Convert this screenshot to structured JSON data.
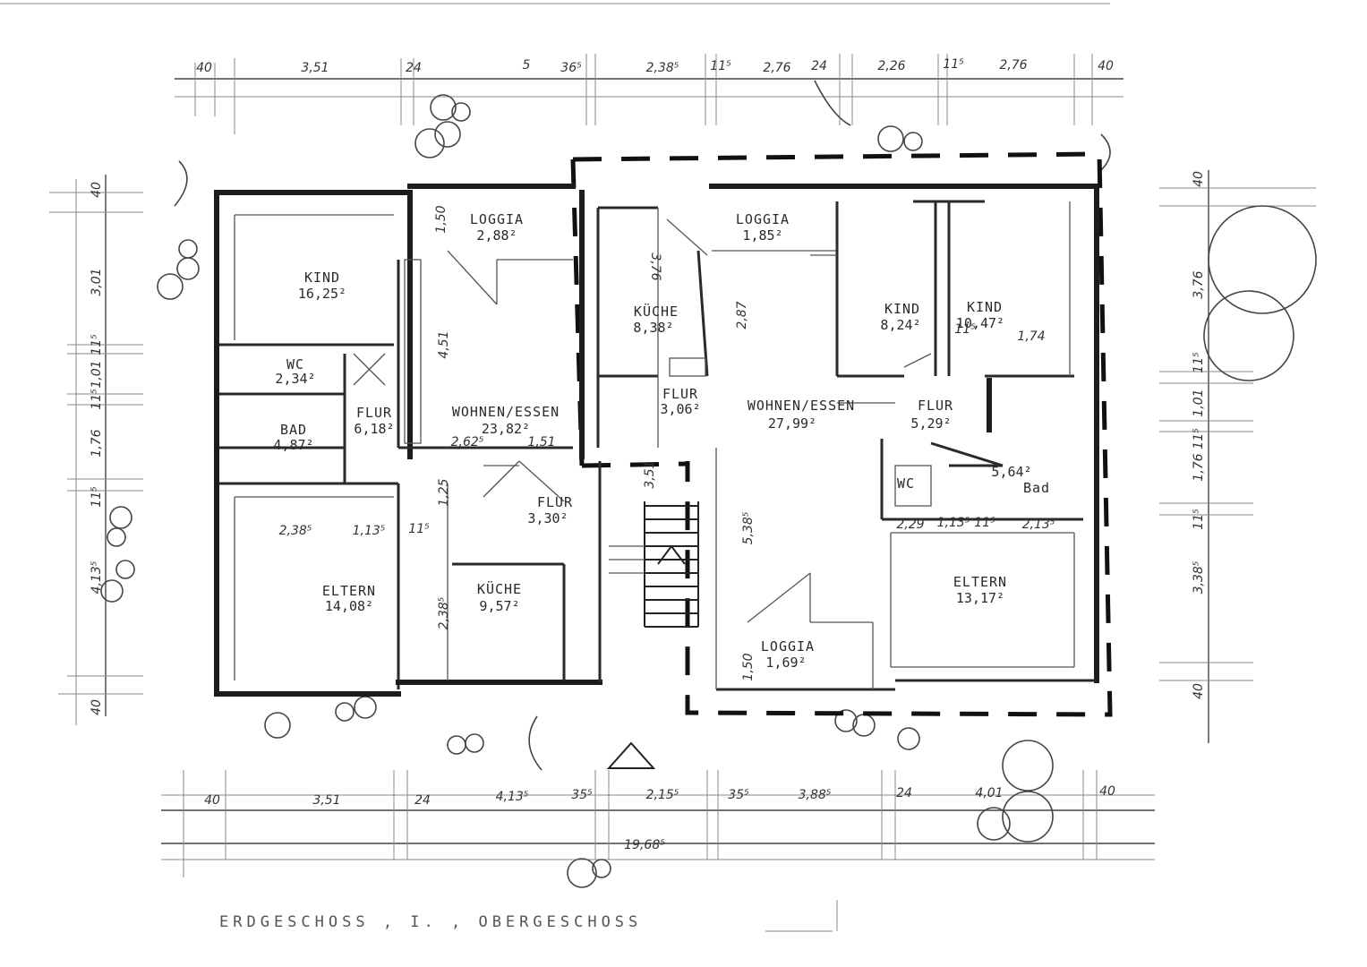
{
  "plan": {
    "caption": "ERDGESCHOSS , I. , OBERGESCHOSS",
    "rooms": [
      {
        "name": "KIND",
        "area": "16,25²"
      },
      {
        "name": "LOGGIA",
        "area": "2,88²"
      },
      {
        "name": "WC",
        "area": "2,34²"
      },
      {
        "name": "BAD",
        "area": "4,87²"
      },
      {
        "name": "FLUR",
        "area": "6,18²"
      },
      {
        "name": "WOHNEN/ESSEN",
        "area": "23,82²"
      },
      {
        "name": "ELTERN",
        "area": "14,08²"
      },
      {
        "name": "KÜCHE",
        "area": "9,57²"
      },
      {
        "name": "FLUR",
        "area": "3,30²"
      },
      {
        "name": "KÜCHE",
        "area": "8,38²"
      },
      {
        "name": "LOGGIA",
        "area": "1,85²"
      },
      {
        "name": "FLUR",
        "area": "3,06²"
      },
      {
        "name": "WOHNEN/ESSEN",
        "area": "27,99²"
      },
      {
        "name": "LOGGIA",
        "area": "1,69²"
      },
      {
        "name": "KIND",
        "area": "8,24²"
      },
      {
        "name": "KIND",
        "area": "10,47²"
      },
      {
        "name": "FLUR",
        "area": "5,29²"
      },
      {
        "name": "WC",
        "area": ""
      },
      {
        "name": "Bad",
        "area": "5,64²"
      },
      {
        "name": "ELTERN",
        "area": "13,17²"
      }
    ],
    "dims_top": [
      "40",
      "3,51",
      "24",
      "5",
      "36⁵",
      "2,38⁵",
      "11⁵",
      "2,76",
      "24",
      "2,26",
      "11⁵",
      "2,76",
      "40"
    ],
    "dims_bottom": [
      "40",
      "3,51",
      "24",
      "4,13⁵",
      "35⁵",
      "2,15⁵",
      "35⁵",
      "3,88⁵",
      "24",
      "4,01",
      "40"
    ],
    "dim_total": "19,68⁵",
    "dims_left": [
      "40",
      "3,01",
      "11⁵",
      "1,01",
      "11⁵",
      "1,76",
      "11⁵",
      "4,13⁵",
      "40"
    ],
    "dims_right": [
      "40",
      "3,76",
      "11⁵",
      "1,01",
      "11⁵",
      "1,76",
      "11⁵",
      "3,38⁵",
      "40"
    ],
    "dims_inner": [
      "1,50",
      "4,51",
      "2,62⁵",
      "1,51",
      "3,76",
      "2,87",
      "5,38⁵",
      "3,51",
      "2,38⁵",
      "1,13⁵",
      "11⁵",
      "2,38⁵",
      "1,25",
      "1,50",
      "1,74",
      "11⁵",
      "2,29",
      "1,13⁵",
      "11⁵",
      "2,13⁵"
    ]
  }
}
